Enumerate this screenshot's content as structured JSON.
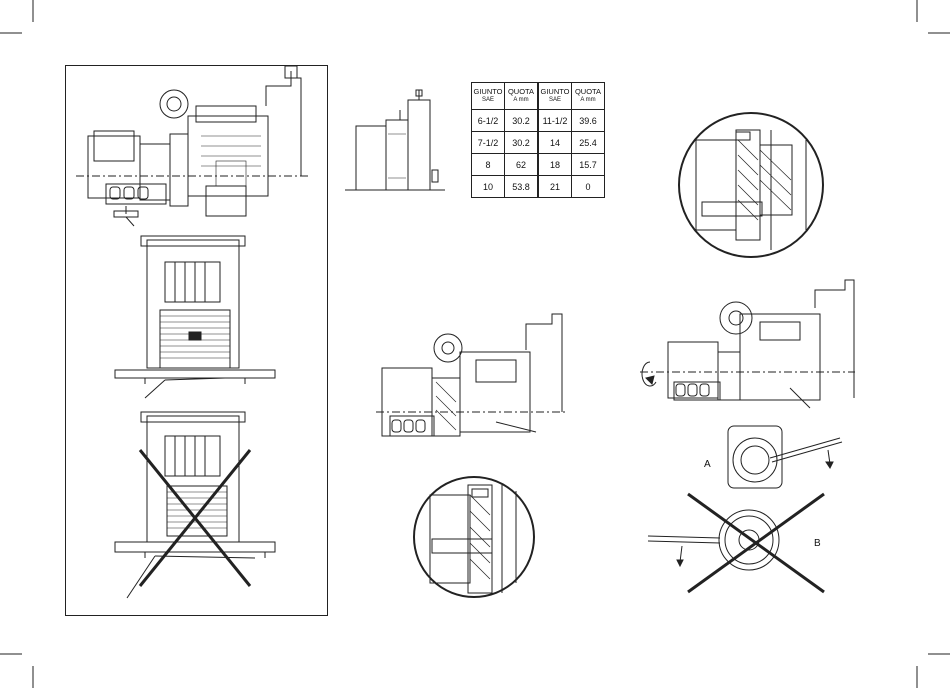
{
  "table": {
    "headers": [
      {
        "line1": "GIUNTO",
        "line2": "SAE"
      },
      {
        "line1": "QUOTA",
        "line2": "A mm"
      },
      {
        "line1": "GIUNTO",
        "line2": "SAE"
      },
      {
        "line1": "QUOTA",
        "line2": "A mm"
      }
    ],
    "rows": [
      [
        "6-1/2",
        "30.2",
        "11-1/2",
        "39.6"
      ],
      [
        "7-1/2",
        "30.2",
        "14",
        "25.4"
      ],
      [
        "8",
        "62",
        "18",
        "15.7"
      ],
      [
        "10",
        "53.8",
        "21",
        "0"
      ]
    ]
  },
  "labels": {
    "a": "A",
    "b": "B"
  }
}
